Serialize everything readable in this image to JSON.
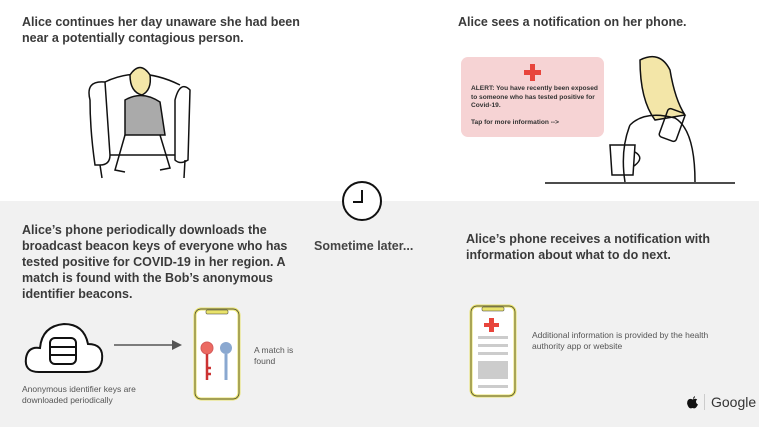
{
  "panel1": {
    "caption": "Alice continues her day unaware she had been near a potentially contagious person."
  },
  "panel2": {
    "caption": "Alice sees a notification on her phone.",
    "alert": {
      "text": "ALERT:  You have recently been exposed to someone who has tested positive for Covid-19.",
      "tap": "Tap for more information -->"
    }
  },
  "center": {
    "label": "Sometime later...",
    "icon": "clock-icon"
  },
  "panel3": {
    "caption": "Alice’s phone periodically downloads the broadcast beacon keys of everyone who has tested positive for COVID-19 in her region. A match is found with the Bob’s anonymous identifier beacons.",
    "cloud_label": "Anonymous identifier keys are downloaded periodically",
    "match_label": "A match is found"
  },
  "panel4": {
    "caption": "Alice’s phone receives a notification with information about what to do next.",
    "info_label": "Additional information is provided by the health authority app or website"
  },
  "footer": {
    "google": "Google"
  },
  "colors": {
    "red": "#e8453c",
    "yellow": "#e9e36a",
    "blueKey": "#8aa8d0",
    "alertBg": "#f6d3d4",
    "panelBg": "#f1f1f1"
  }
}
